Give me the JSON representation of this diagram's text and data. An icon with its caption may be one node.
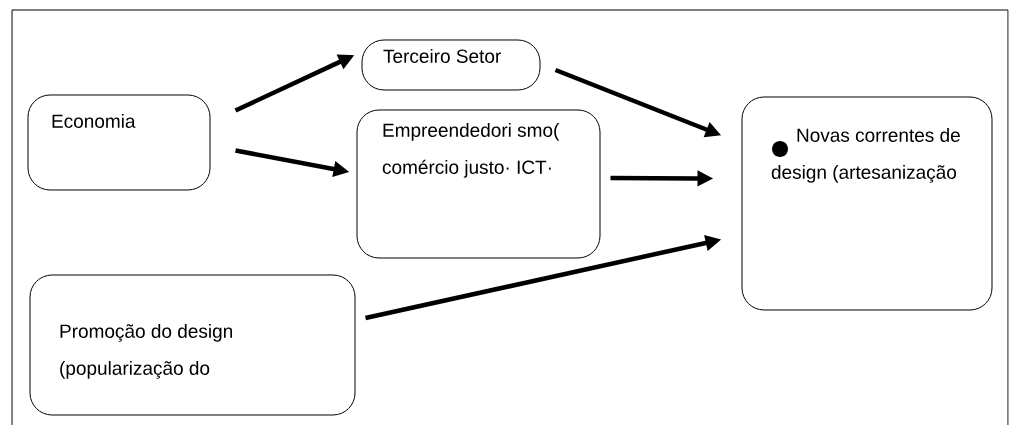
{
  "diagram": {
    "nodes": [
      {
        "text": [
          "Economia"
        ]
      },
      {
        "text": [
          "Terceiro Setor"
        ]
      },
      {
        "text": [
          "Empreendedori smo( comércio justo· ICT·"
        ]
      },
      {
        "text": [
          "Promoção do design (popularização do"
        ]
      },
      {
        "text": [
          "Novas correntes de design (artesanização"
        ]
      }
    ],
    "edges": [
      {
        "from": 0,
        "to": 1,
        "arrow": "to"
      },
      {
        "from": 0,
        "to": 2,
        "arrow": "to"
      },
      {
        "from": 1,
        "to": 4,
        "arrow": "to"
      },
      {
        "from": 2,
        "to": 4,
        "arrow": "to"
      },
      {
        "from": 3,
        "to": 4,
        "arrow": "to"
      }
    ]
  }
}
